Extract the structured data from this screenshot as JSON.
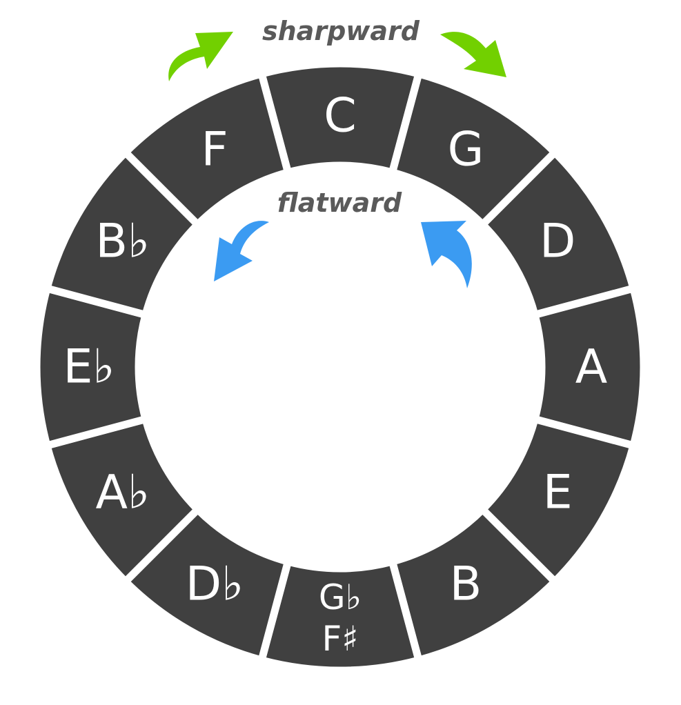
{
  "labels": {
    "sharpward": "sharpward",
    "flatward": "flatward"
  },
  "keys": [
    {
      "lines": [
        "C"
      ]
    },
    {
      "lines": [
        "G"
      ]
    },
    {
      "lines": [
        "D"
      ]
    },
    {
      "lines": [
        "A"
      ]
    },
    {
      "lines": [
        "E"
      ]
    },
    {
      "lines": [
        "B"
      ]
    },
    {
      "lines": [
        "G♭",
        "F♯"
      ]
    },
    {
      "lines": [
        "D♭"
      ]
    },
    {
      "lines": [
        "A♭"
      ]
    },
    {
      "lines": [
        "E♭"
      ]
    },
    {
      "lines": [
        "B♭"
      ]
    },
    {
      "lines": [
        "F"
      ]
    }
  ],
  "colors": {
    "segment": "#404040",
    "sharpward_arrow": "#72d000",
    "flatward_arrow": "#3b9bf2",
    "label_text": "#5a5a5a"
  }
}
